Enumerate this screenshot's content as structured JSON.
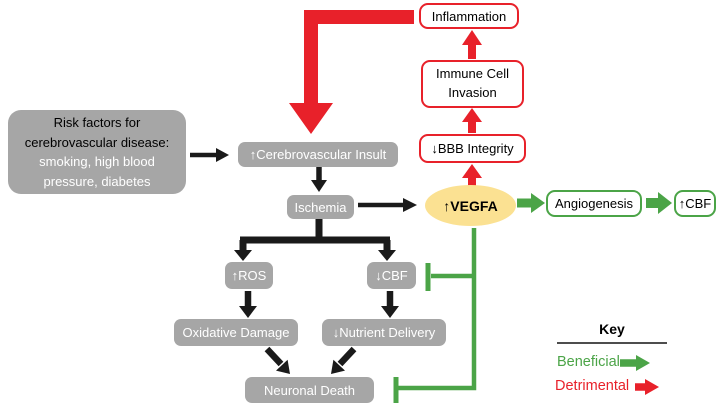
{
  "diagram": {
    "nodes": {
      "risk_factors_line1": "Risk factors for cerebrovascular disease:",
      "risk_factors_line2": "smoking, high blood pressure, diabetes",
      "cerebrovascular_insult": "↑Cerebrovascular Insult",
      "ischemia": "Ischemia",
      "ros": "↑ROS",
      "cbf_down": "↓CBF",
      "oxidative_damage": "Oxidative Damage",
      "nutrient_delivery": "↓Nutrient Delivery",
      "neuronal_death": "Neuronal Death",
      "vegfa": "↑VEGFA",
      "bbb_integrity": "↓BBB Integrity",
      "immune_cell_invasion": "Immune Cell Invasion",
      "inflammation": "Inflammation",
      "angiogenesis": "Angiogenesis",
      "cbf_up": "↑CBF"
    },
    "key": {
      "title": "Key",
      "beneficial_label": "Beneficial",
      "detrimental_label": "Detrimental"
    },
    "colors": {
      "node_gray": "#a6a6a6",
      "detrimental_red": "#e8212a",
      "beneficial_green": "#4ba447",
      "vegfa_yellow": "#fbe192",
      "arrow_black": "#1a1a1a"
    }
  }
}
